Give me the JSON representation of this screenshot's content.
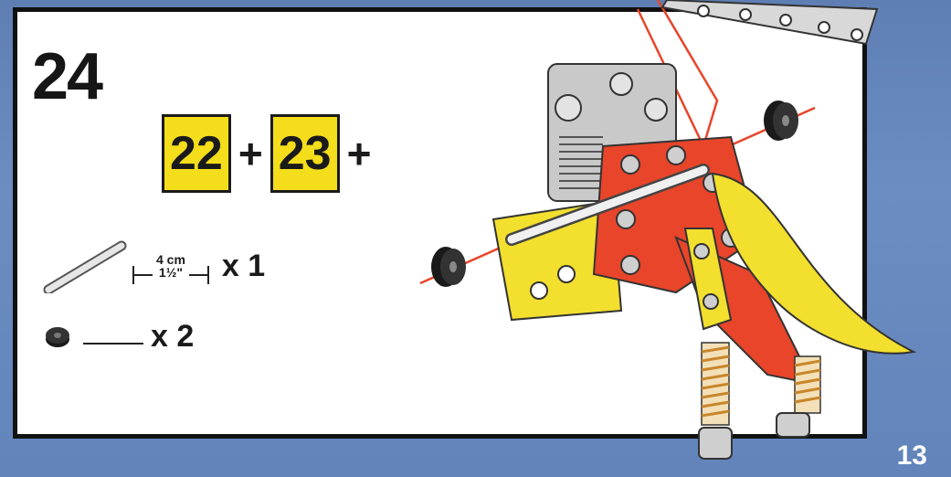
{
  "step": {
    "number": "24"
  },
  "combo": {
    "a": "22",
    "b": "23",
    "plus": "+"
  },
  "parts": [
    {
      "name": "rod",
      "length_cm": "4 cm",
      "length_in": "1½\"",
      "quantity": "x 1"
    },
    {
      "name": "tyre",
      "quantity": "x 2"
    }
  ],
  "page": {
    "number": "13"
  },
  "colors": {
    "highlight": "#f4dd1a",
    "frame": "#111111",
    "background": "#6284bb",
    "red_parts": "#e8452a",
    "yellow_parts": "#f2df2e"
  }
}
